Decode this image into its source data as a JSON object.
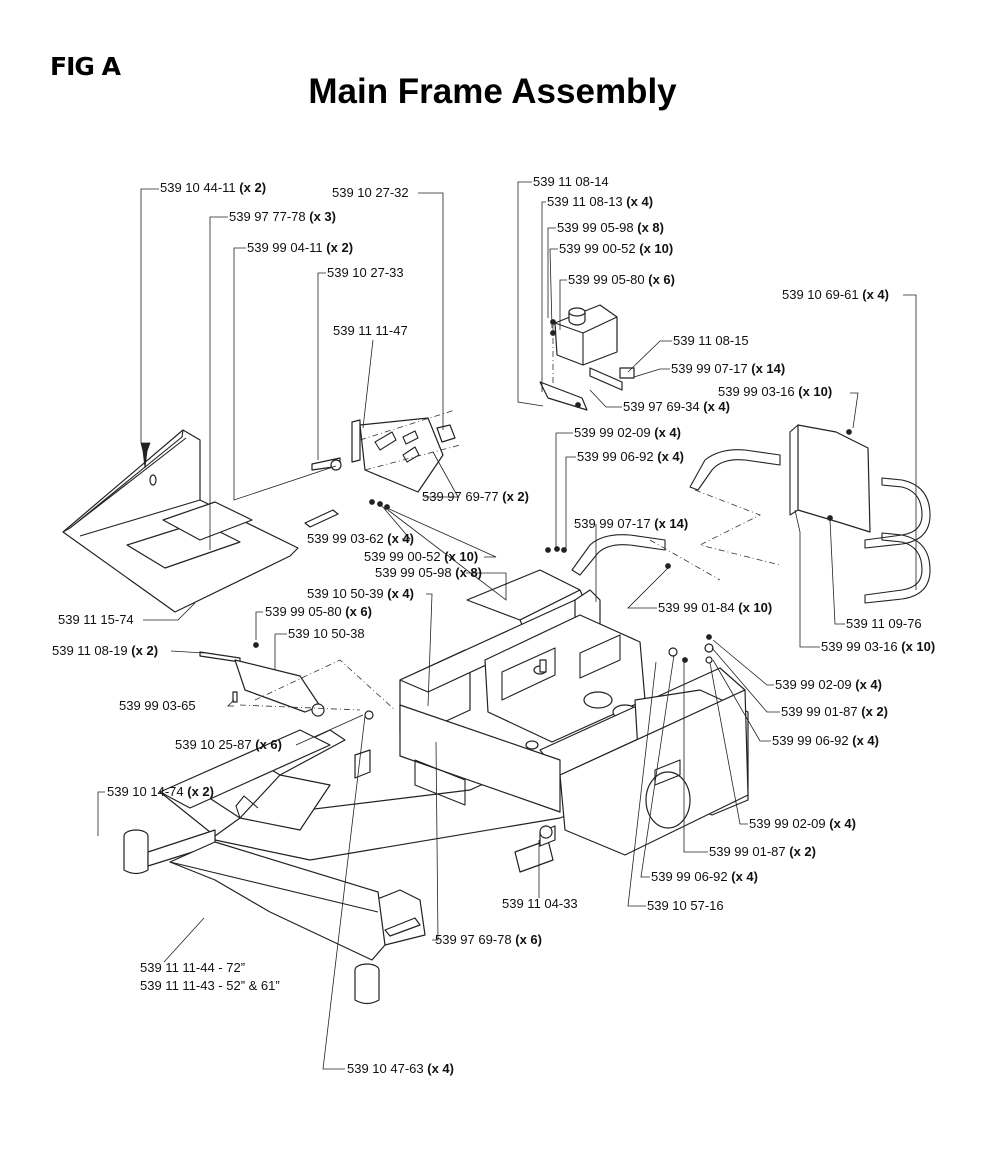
{
  "figure_label": "FIG A",
  "title": "Main Frame Assembly",
  "callouts": [
    {
      "part": "539 10 44-11",
      "qty": "(x 2)"
    },
    {
      "part": "539 10 27-32",
      "qty": ""
    },
    {
      "part": "539 97 77-78",
      "qty": "(x 3)"
    },
    {
      "part": "539 99 04-11",
      "qty": "(x 2)"
    },
    {
      "part": "539 10 27-33",
      "qty": ""
    },
    {
      "part": "539 11 11-47",
      "qty": ""
    },
    {
      "part": "539 11 08-14",
      "qty": ""
    },
    {
      "part": "539 11 08-13",
      "qty": "(x 4)"
    },
    {
      "part": "539 99 05-98",
      "qty": "(x 8)"
    },
    {
      "part": "539 99 00-52",
      "qty": "(x 10)"
    },
    {
      "part": "539 99 05-80",
      "qty": "(x 6)"
    },
    {
      "part": "539 10 69-61",
      "qty": "(x 4)"
    },
    {
      "part": "539 11 08-15",
      "qty": ""
    },
    {
      "part": "539 99 07-17",
      "qty": "(x 14)"
    },
    {
      "part": "539 99 03-16",
      "qty": "(x 10)"
    },
    {
      "part": "539 97 69-34",
      "qty": "(x 4)"
    },
    {
      "part": "539 99 02-09",
      "qty": "(x 4)"
    },
    {
      "part": "539 99 06-92",
      "qty": "(x 4)"
    },
    {
      "part": "539 97 69-77",
      "qty": "(x 2)"
    },
    {
      "part": "539 99 07-17",
      "qty": "(x 14)"
    },
    {
      "part": "539 99 03-62",
      "qty": "(x 4)"
    },
    {
      "part": "539 99 00-52",
      "qty": "(x 10)"
    },
    {
      "part": "539 99 05-98",
      "qty": "(x 8)"
    },
    {
      "part": "539 10 50-39",
      "qty": "(x 4)"
    },
    {
      "part": "539 99 01-84",
      "qty": "(x 10)"
    },
    {
      "part": "539 11 15-74",
      "qty": ""
    },
    {
      "part": "539 99 05-80",
      "qty": "(x 6)"
    },
    {
      "part": "539 10 50-38",
      "qty": ""
    },
    {
      "part": "539 11 09-76",
      "qty": ""
    },
    {
      "part": "539 11 08-19",
      "qty": "(x 2)"
    },
    {
      "part": "539 99 03-16",
      "qty": "(x 10)"
    },
    {
      "part": "539 99 02-09",
      "qty": "(x 4)"
    },
    {
      "part": "539 99 03-65",
      "qty": ""
    },
    {
      "part": "539 99 01-87",
      "qty": "(x 2)"
    },
    {
      "part": "539 10 25-87",
      "qty": "(x 6)"
    },
    {
      "part": "539 99 06-92",
      "qty": "(x 4)"
    },
    {
      "part": "539 10 14-74",
      "qty": "(x 2)"
    },
    {
      "part": "539 99 02-09",
      "qty": "(x 4)"
    },
    {
      "part": "539 99 01-87",
      "qty": "(x 2)"
    },
    {
      "part": "539 99 06-92",
      "qty": "(x 4)"
    },
    {
      "part": "539 11 04-33",
      "qty": ""
    },
    {
      "part": "539 10 57-16",
      "qty": ""
    },
    {
      "part": "539 97 69-78",
      "qty": "(x 6)"
    },
    {
      "part": "539 11 11-44 - 72”",
      "qty": ""
    },
    {
      "part": "539 11 11-43 - 52” & 61”",
      "qty": ""
    },
    {
      "part": "539 10 47-63",
      "qty": "(x 4)"
    }
  ]
}
